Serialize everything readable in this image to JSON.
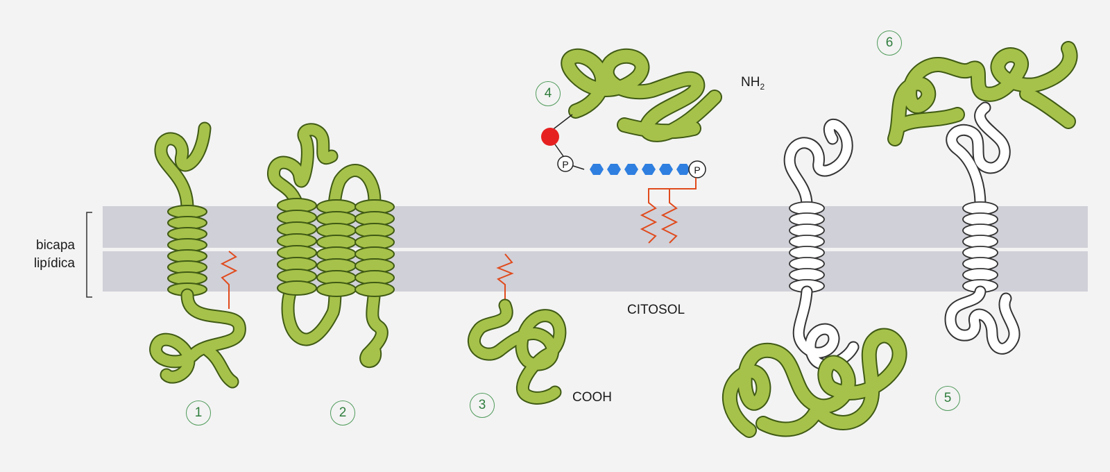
{
  "labels": {
    "bicapa_line1": "bicapa",
    "bicapa_line2": "lipídica",
    "citosol": "CITOSOL",
    "cooh": "COOH",
    "nh": "NH",
    "nh_sub": "2",
    "phosphate": "P"
  },
  "proteins": [
    {
      "number": "1"
    },
    {
      "number": "2"
    },
    {
      "number": "3"
    },
    {
      "number": "4"
    },
    {
      "number": "5"
    },
    {
      "number": "6"
    }
  ],
  "colors": {
    "protein_fill": "#a7c24a",
    "protein_outline": "#3f5a14",
    "membrane": "#d0d0d8",
    "number_circle": "#4f9a5a",
    "lipid_chain": "#e04a1c",
    "sugar_chain": "#2f7fe0",
    "lipid_head": "#e62020"
  }
}
